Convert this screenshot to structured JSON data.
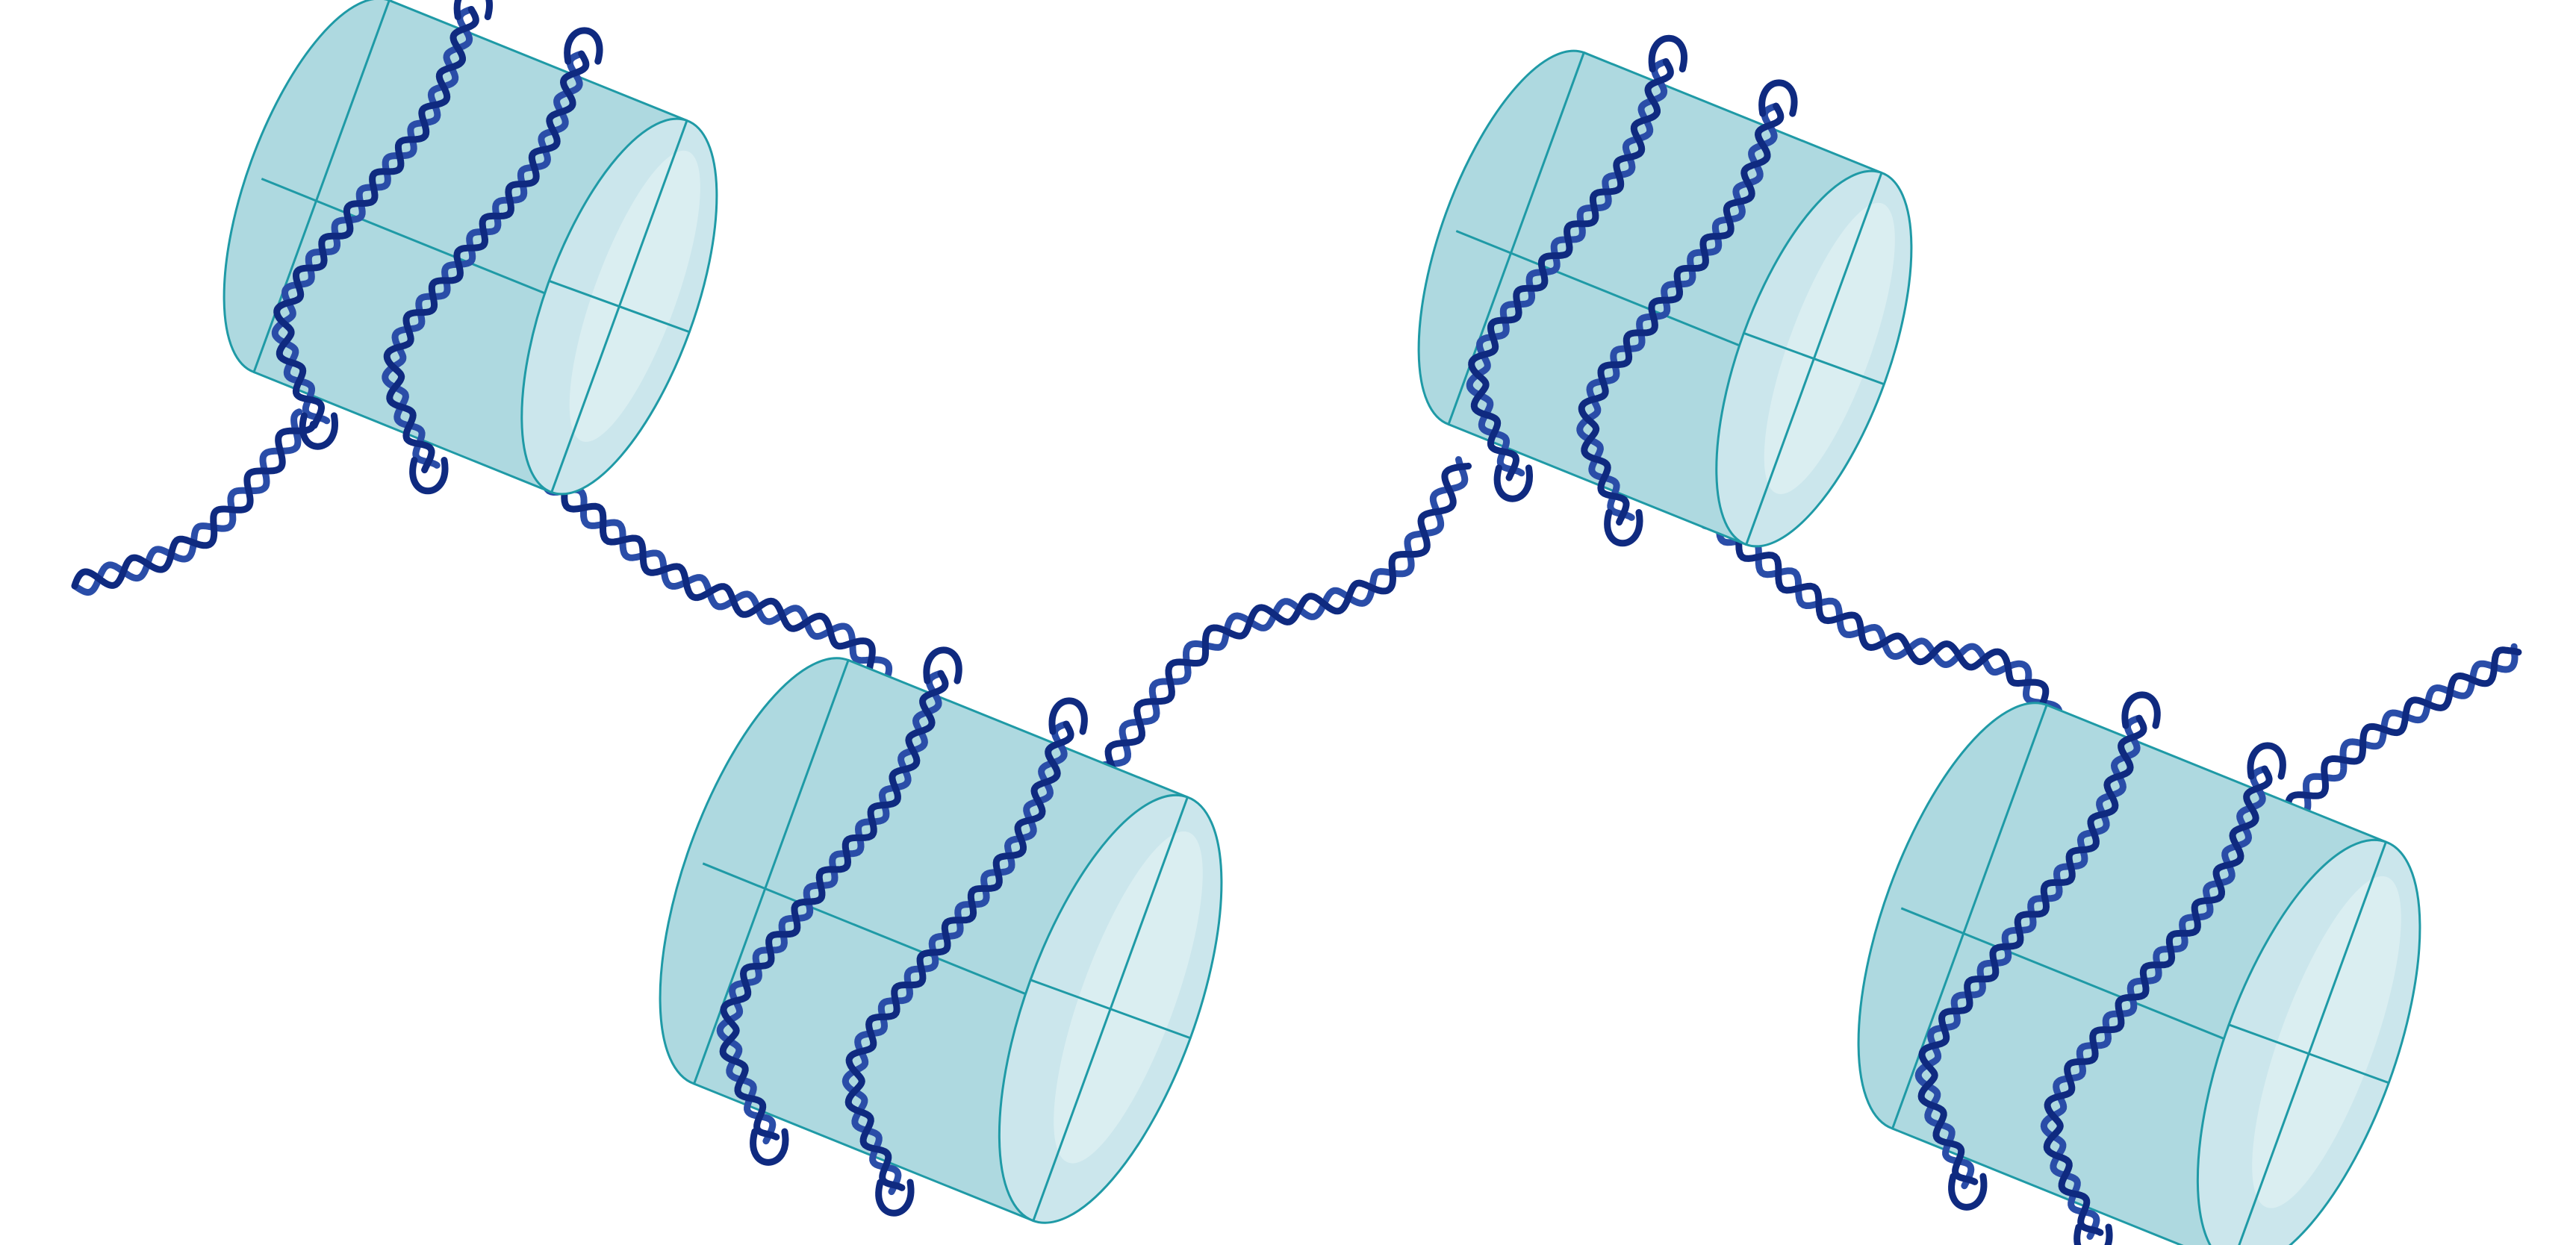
{
  "diagram": {
    "subject": "nucleosome-chain",
    "nucleosome_count": 4,
    "dna_wraps_per_nucleosome": 2,
    "colors": {
      "background": "#ffffff",
      "dna_strand_a": "#0f2a80",
      "dna_strand_b": "#2a4da8",
      "histone_fill": "#aed9e0",
      "histone_face": "#cbe6ec",
      "histone_highlight": "#e0f1f4",
      "histone_outline": "#1f9aa6"
    }
  }
}
